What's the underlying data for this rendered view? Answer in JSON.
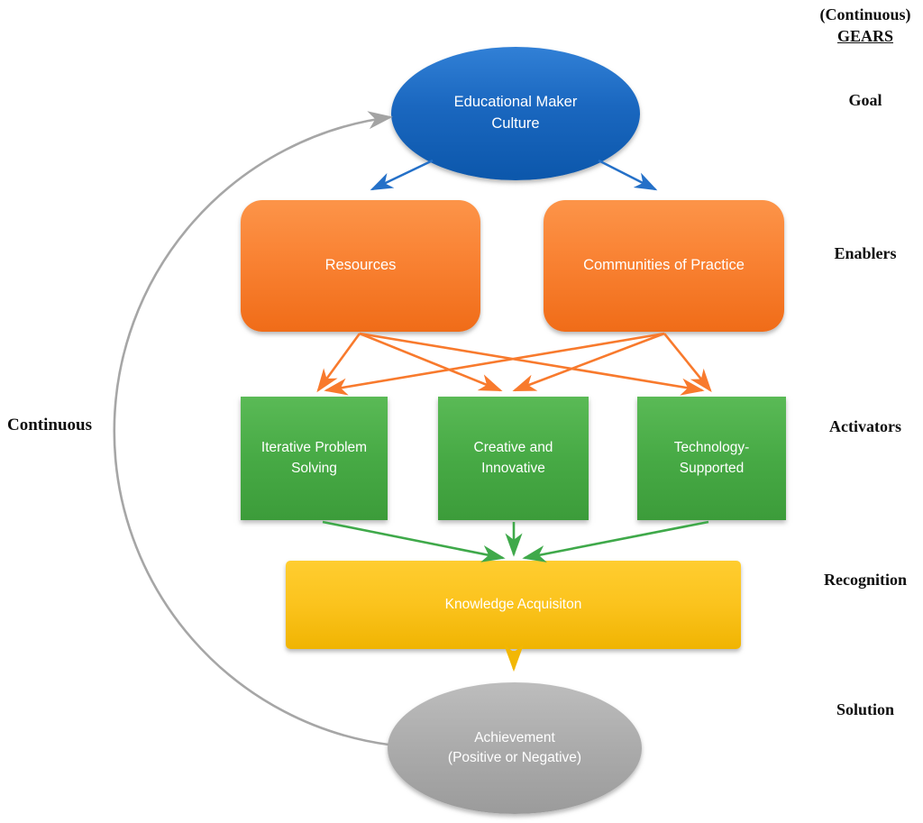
{
  "header": {
    "continuous_top": "(Continuous)",
    "gears": "GEARS"
  },
  "left_label": {
    "continuous": "Continuous"
  },
  "stages": [
    {
      "label": "Goal"
    },
    {
      "label": "Enablers"
    },
    {
      "label": "Activators"
    },
    {
      "label": "Recognition"
    },
    {
      "label": "Solution"
    }
  ],
  "nodes": {
    "goal": {
      "label": "Educational Maker Culture"
    },
    "enablers": [
      {
        "label": "Resources"
      },
      {
        "label": "Communities of Practice"
      }
    ],
    "activators": [
      {
        "label": "Iterative Problem Solving"
      },
      {
        "label": "Creative and Innovative"
      },
      {
        "label": "Technology-Supported"
      }
    ],
    "recognition": {
      "label": "Knowledge Acquisiton"
    },
    "solution": {
      "line1": "Achievement",
      "line2": "(Positive or Negative)"
    }
  },
  "edges": [
    {
      "from": "educational-maker-culture",
      "to": "resources",
      "color": "#2470c8"
    },
    {
      "from": "educational-maker-culture",
      "to": "communities-of-practice",
      "color": "#2470c8"
    },
    {
      "from": "resources",
      "to": "iterative-problem-solving",
      "color": "#f87a2d"
    },
    {
      "from": "resources",
      "to": "creative-and-innovative",
      "color": "#f87a2d"
    },
    {
      "from": "resources",
      "to": "technology-supported",
      "color": "#f87a2d"
    },
    {
      "from": "communities-of-practice",
      "to": "iterative-problem-solving",
      "color": "#f87a2d"
    },
    {
      "from": "communities-of-practice",
      "to": "creative-and-innovative",
      "color": "#f87a2d"
    },
    {
      "from": "communities-of-practice",
      "to": "technology-supported",
      "color": "#f87a2d"
    },
    {
      "from": "iterative-problem-solving",
      "to": "knowledge-acquisiton",
      "color": "#3fa94a"
    },
    {
      "from": "creative-and-innovative",
      "to": "knowledge-acquisiton",
      "color": "#3fa94a"
    },
    {
      "from": "technology-supported",
      "to": "knowledge-acquisiton",
      "color": "#3fa94a"
    },
    {
      "from": "knowledge-acquisiton",
      "to": "achievement",
      "color": "#f2b705"
    },
    {
      "from": "achievement",
      "to": "educational-maker-culture",
      "color": "#a6a6a6",
      "note": "continuous loop"
    }
  ],
  "colors": {
    "goal_blue": "#1b67bf",
    "enabler_orange": "#f5782a",
    "activator_green": "#46a944",
    "recognition_yellow": "#fbc31d",
    "solution_gray": "#a8a8a8",
    "loop_gray": "#a6a6a6",
    "label_black": "#0f0f0f",
    "node_text": "#ffffff"
  }
}
